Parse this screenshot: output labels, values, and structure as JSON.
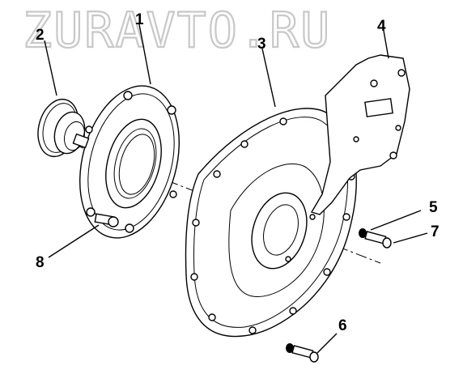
{
  "watermark": "ZURAVTO.RU",
  "callouts": [
    {
      "id": "1",
      "label": "1"
    },
    {
      "id": "2",
      "label": "2"
    },
    {
      "id": "3",
      "label": "3"
    },
    {
      "id": "4",
      "label": "4"
    },
    {
      "id": "5",
      "label": "5"
    },
    {
      "id": "6",
      "label": "6"
    },
    {
      "id": "7",
      "label": "7"
    },
    {
      "id": "8",
      "label": "8"
    }
  ]
}
